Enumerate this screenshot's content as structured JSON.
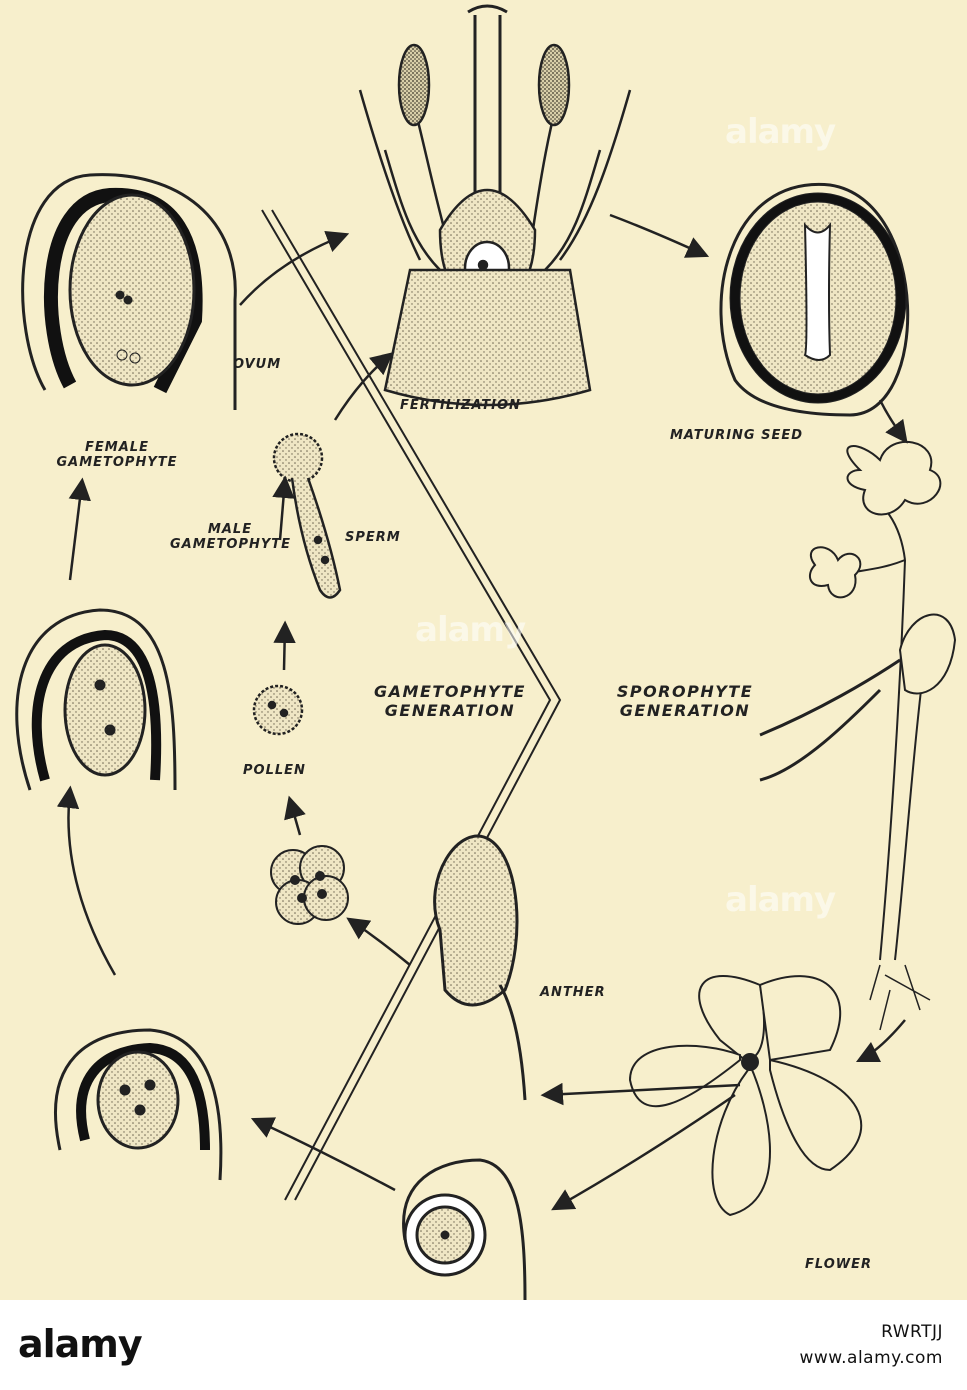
{
  "diagram": {
    "labels": {
      "ovum": "OVUM",
      "fertilization": "FERTILIZATION",
      "maturing_seed": "MATURING SEED",
      "female_gametophyte_line1": "FEMALE",
      "female_gametophyte_line2": "GAMETOPHYTE",
      "male_gametophyte_line1": "MALE",
      "male_gametophyte_line2": "GAMETOPHYTE",
      "sperm": "SPERM",
      "gametophyte_generation_line1": "GAMETOPHYTE",
      "gametophyte_generation_line2": "GENERATION",
      "sporophyte_generation_line1": "SPOROPHYTE",
      "sporophyte_generation_line2": "GENERATION",
      "pollen": "POLLEN",
      "anther": "ANTHER",
      "flower": "FLOWER"
    },
    "watermark": "alamy"
  },
  "footer": {
    "logo": "alamy",
    "image_id": "RWRTJJ",
    "site": "www.alamy.com"
  }
}
